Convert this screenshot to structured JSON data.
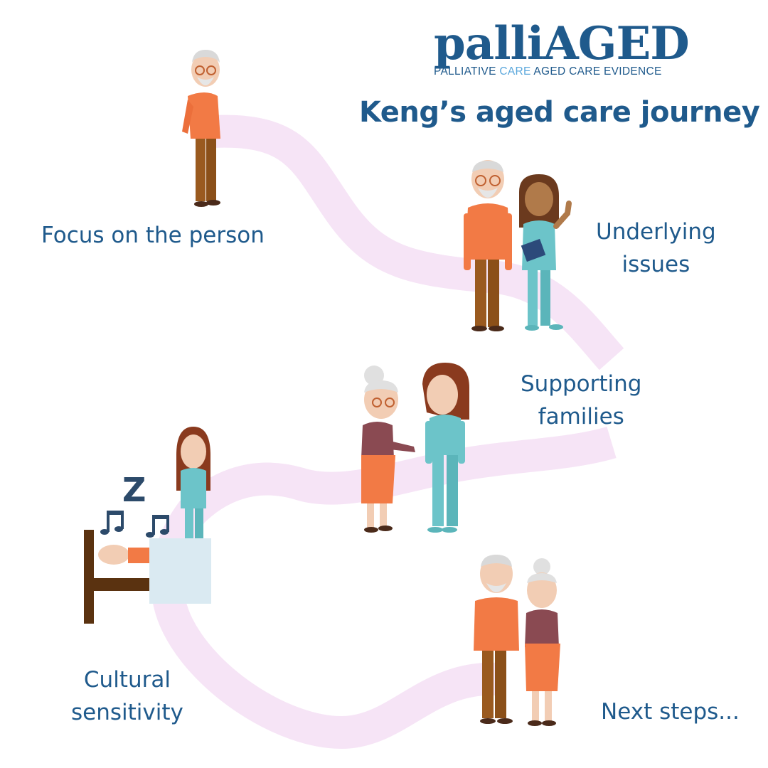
{
  "logo": {
    "part1": "palli",
    "part2": "AGED",
    "tagline_a": "PALLIATIVE ",
    "tagline_care": "CARE",
    "tagline_b": " AGED CARE EVIDENCE"
  },
  "title": "Keng’s aged care journey",
  "steps": [
    {
      "label": "Focus on the person"
    },
    {
      "label": "Underlying\nissues"
    },
    {
      "label": "Supporting\nfamilies"
    },
    {
      "label": "Cultural\nsensitivity"
    },
    {
      "label": "Next steps..."
    }
  ],
  "colors": {
    "brand": "#1f5a8c",
    "accent": "#4b9fd6",
    "path": "#f6e4f6",
    "shirt": "#f27a45",
    "scrubs": "#6cc4c9"
  },
  "icons": [
    "sleep-z-icon",
    "music-note-icon"
  ]
}
